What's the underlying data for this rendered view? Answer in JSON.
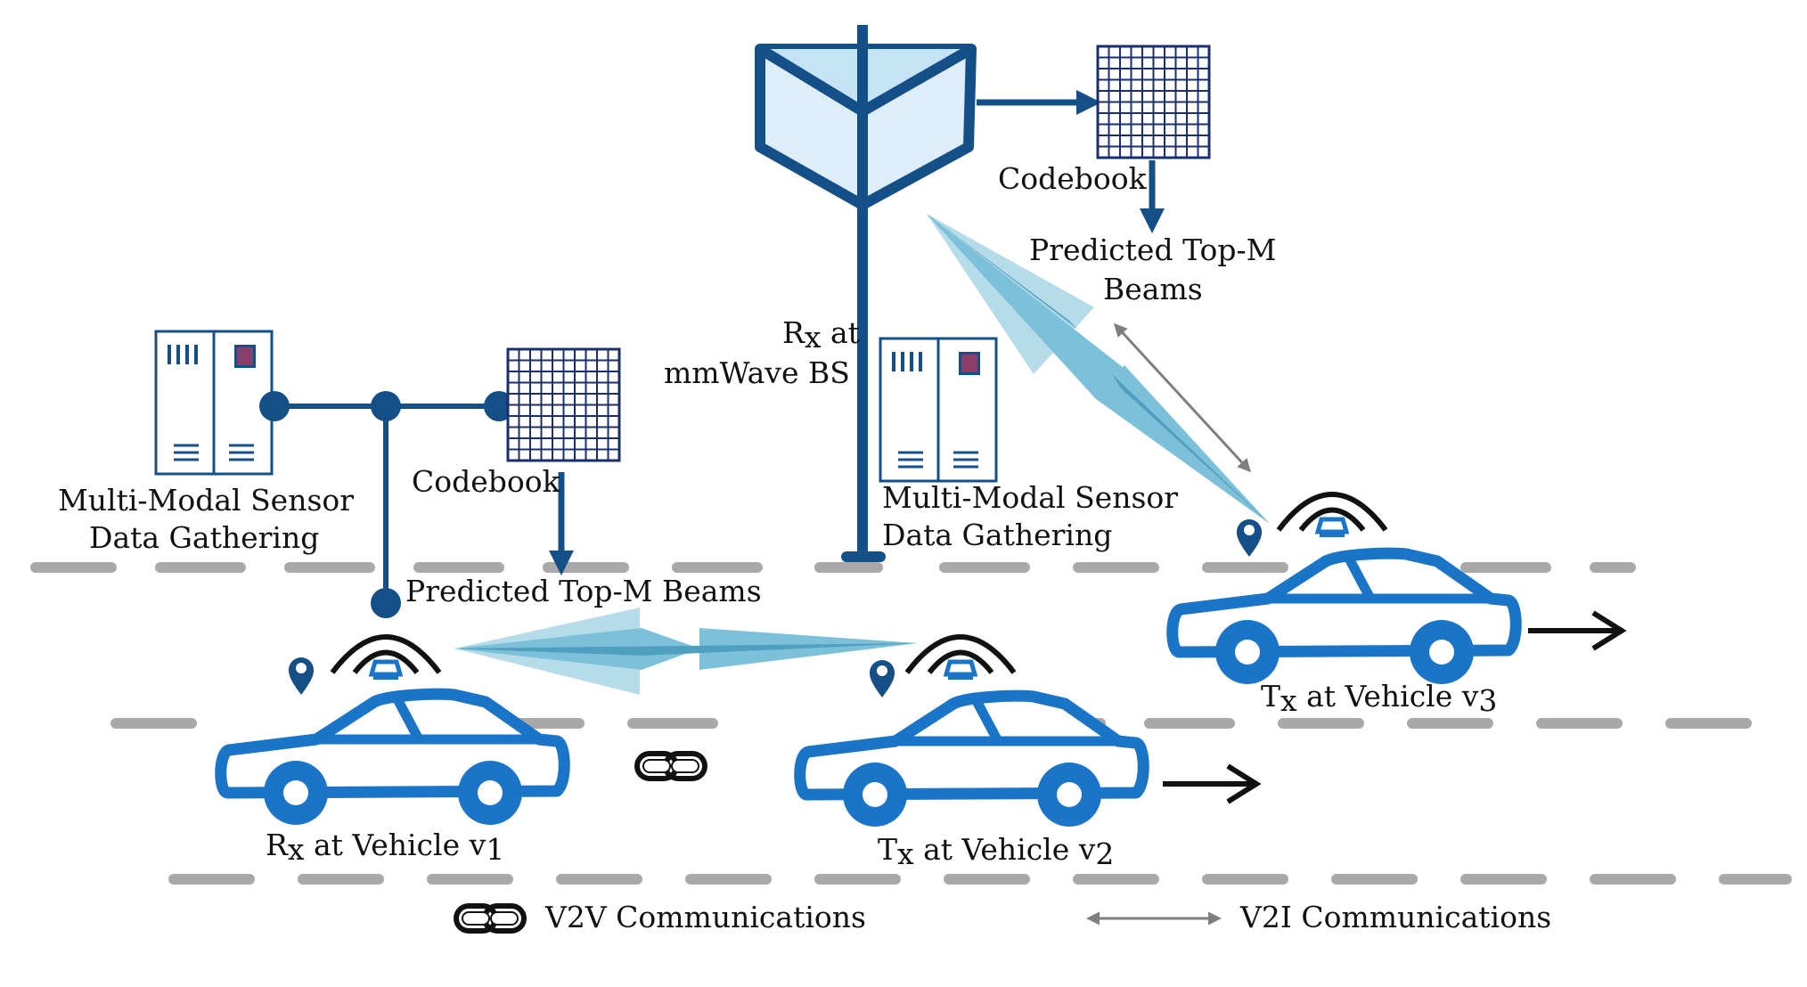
{
  "labels": {
    "bs_rx_line1": "R",
    "bs_rx_sub": "x",
    "bs_rx_at": " at",
    "bs_rx_line2": "mmWave BS",
    "codebook_top": "Codebook",
    "pred_top_line1_a": "Predicted Top-",
    "pred_top_line1_m": "M",
    "pred_top_line2": "Beams",
    "mm_sensor_left_1": "Multi-Modal Sensor",
    "mm_sensor_left_2": "Data Gathering",
    "codebook_left": "Codebook",
    "mm_sensor_mid_1": "Multi-Modal Sensor",
    "mm_sensor_mid_2": "Data Gathering",
    "pred_left_a": "Predicted Top-",
    "pred_left_m": "M",
    "pred_left_b": " Beams",
    "v1_R": "R",
    "v1_sub": "x",
    "v1_text": " at Vehicle ",
    "v1_v": "v",
    "v1_num": "1",
    "v2_T": "T",
    "v2_sub": "x",
    "v2_text": " at Vehicle ",
    "v2_v": "v",
    "v2_num": "2",
    "v3_T": "T",
    "v3_sub": "x",
    "v3_text": " at Vehicle ",
    "v3_v": "v",
    "v3_num": "3",
    "legend_v2v": "V2V Communications",
    "legend_v2i": "V2I Communications"
  },
  "colors": {
    "dark_blue": "#154f87",
    "car_blue": "#1a74c8",
    "beam_light": "#b6dcea",
    "beam_mid": "#7cc0d9",
    "beam_dark": "#4f9fbe",
    "road_dash": "#a9a9a9",
    "grey_arrow": "#7f7f7f",
    "server_dot": "#8a3d6a"
  },
  "icons": [
    "antenna-icon",
    "codebook-grid-icon",
    "server-icon",
    "car-icon",
    "location-pin-icon",
    "signal-arc-icon",
    "chain-link-icon",
    "double-arrow-icon"
  ]
}
